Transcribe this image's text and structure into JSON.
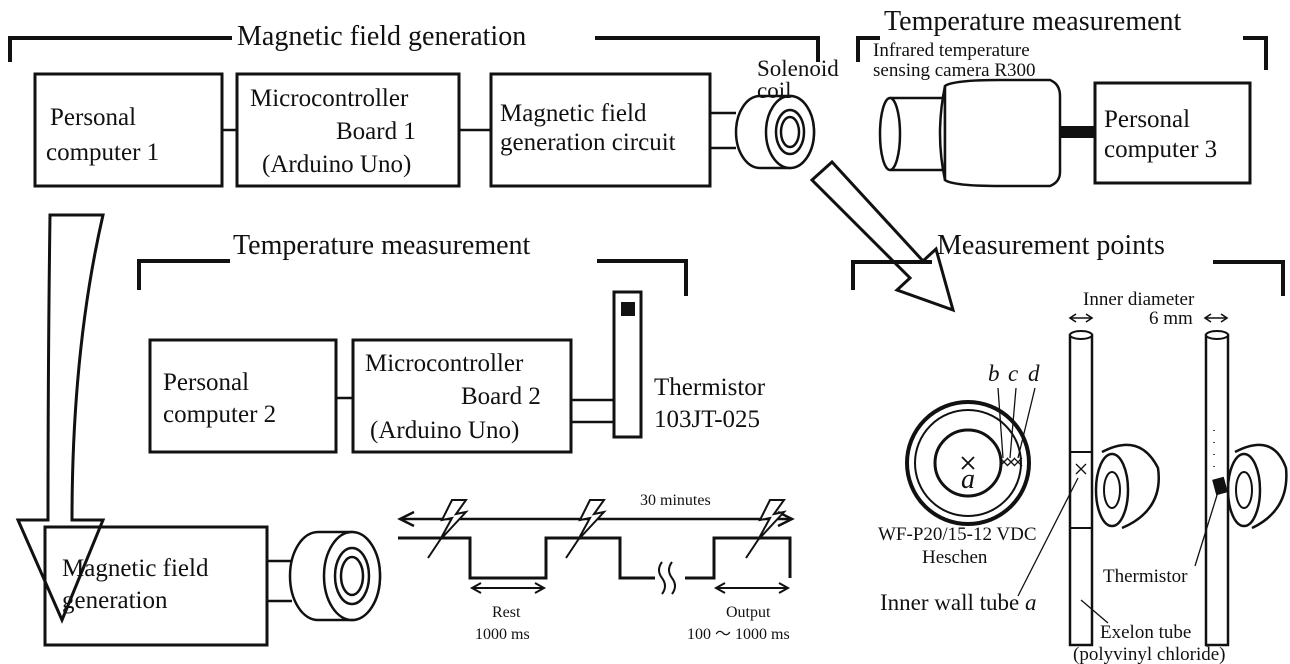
{
  "sections": {
    "magnetic_field_generation": "Magnetic field generation",
    "temperature_measurement_top": "Temperature measurement",
    "temperature_measurement_mid": "Temperature measurement",
    "measurement_points": "Measurement points"
  },
  "boxes": {
    "pc1_line1": "Personal",
    "pc1_line2": "computer 1",
    "mcb1_line1": "Microcontroller",
    "mcb1_line2": "Board  1",
    "mcb1_line3": "(Arduino Uno)",
    "mfgc_line1": "Magnetic field",
    "mfgc_line2": "generation circuit",
    "pc3_line1": "Personal",
    "pc3_line2": "computer 3",
    "pc2_line1": "Personal",
    "pc2_line2": "computer 2",
    "mcb2_line1": "Microcontroller",
    "mcb2_line2": "Board  2",
    "mcb2_line3": "(Arduino Uno)",
    "mfg_line1": "Magnetic field",
    "mfg_line2": "generation"
  },
  "labels": {
    "solenoid_line1": "Solenoid",
    "solenoid_line2": "coil",
    "camera_line1": "Infrared temperature",
    "camera_line2": "sensing camera R300",
    "thermistor_line1": "Thermistor",
    "thermistor_line2": "103JT-025",
    "inner_diameter_line1": "Inner diameter",
    "inner_diameter_line2": "6 mm",
    "point_a": "a",
    "point_b": "b",
    "point_c": "c",
    "point_d": "d",
    "coil_model_line1": "WF-P20/15-12 VDC",
    "coil_model_line2": "Heschen",
    "inner_wall_prefix": "Inner wall tube ",
    "inner_wall_italic": "a",
    "thermistor_small": "Thermistor",
    "tube_line1": "Exelon tube",
    "tube_line2": "(polyvinyl chloride)"
  },
  "timing": {
    "total": "30 minutes",
    "rest_label": "Rest",
    "rest_value": "1000 ms",
    "output_label": "Output",
    "output_value": "100 ～ 1000 ms"
  }
}
